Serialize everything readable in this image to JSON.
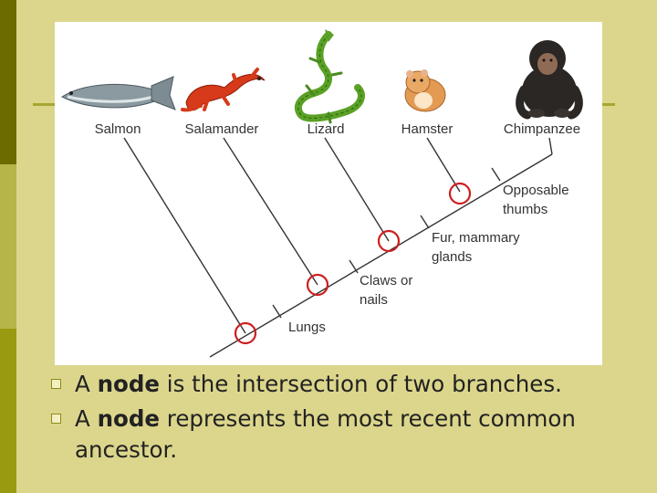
{
  "taxa": [
    {
      "label": "Salmon",
      "icon": "salmon-icon"
    },
    {
      "label": "Salamander",
      "icon": "salamander-icon"
    },
    {
      "label": "Lizard",
      "icon": "lizard-icon"
    },
    {
      "label": "Hamster",
      "icon": "hamster-icon"
    },
    {
      "label": "Chimpanzee",
      "icon": "chimpanzee-icon"
    }
  ],
  "traits": [
    {
      "line1": "Lungs",
      "line2": ""
    },
    {
      "line1": "Claws or",
      "line2": "nails"
    },
    {
      "line1": "Fur, mammary",
      "line2": "glands"
    },
    {
      "line1": "Opposable",
      "line2": "thumbs"
    }
  ],
  "bullets": {
    "item1": {
      "pre": "A ",
      "bold": "node",
      "post": " is the intersection of two branches."
    },
    "item2": {
      "pre": "A ",
      "bold": "node",
      "post": " represents the most recent common",
      "cont": "ancestor."
    }
  },
  "colors": {
    "node_circle": "#cc1f1f",
    "branch": "#333333",
    "label": "#333333",
    "background": "#dcd68c"
  }
}
